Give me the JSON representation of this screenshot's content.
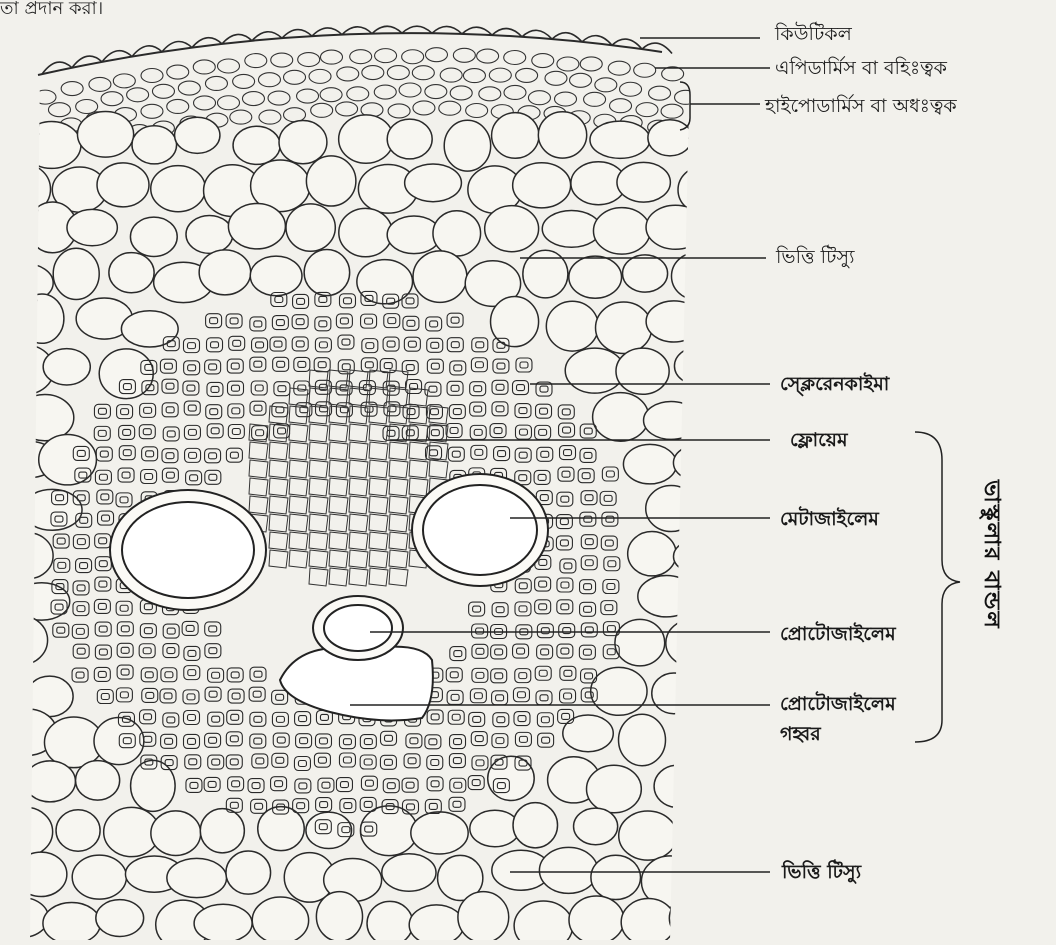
{
  "top_text": "তা প্রদান করা।",
  "labels": {
    "cuticle": "কিউটিকল",
    "epidermis": "এপিডার্মিস বা বহিঃত্বক",
    "hypodermis": "হাইপোডার্মিস বা অধঃত্বক",
    "ground_tissue_top": "ভিত্তি টিস্যু",
    "sclerenchyma": "স্ক্লেরেনকাইমা",
    "phloem": "ফ্লোয়েম",
    "metaxylem": "মেটাজাইলেম",
    "protoxylem": "প্রোটোজাইলেম",
    "protoxylem_cavity_1": "প্রোটোজাইলেম",
    "protoxylem_cavity_2": "গহ্বর",
    "ground_tissue_bottom": "ভিত্তি টিস্যু",
    "vascular_bundle": "ভাস্কুলার বান্ডল"
  },
  "colors": {
    "line": "#2a2a2a",
    "paper": "#f2f1ec"
  }
}
